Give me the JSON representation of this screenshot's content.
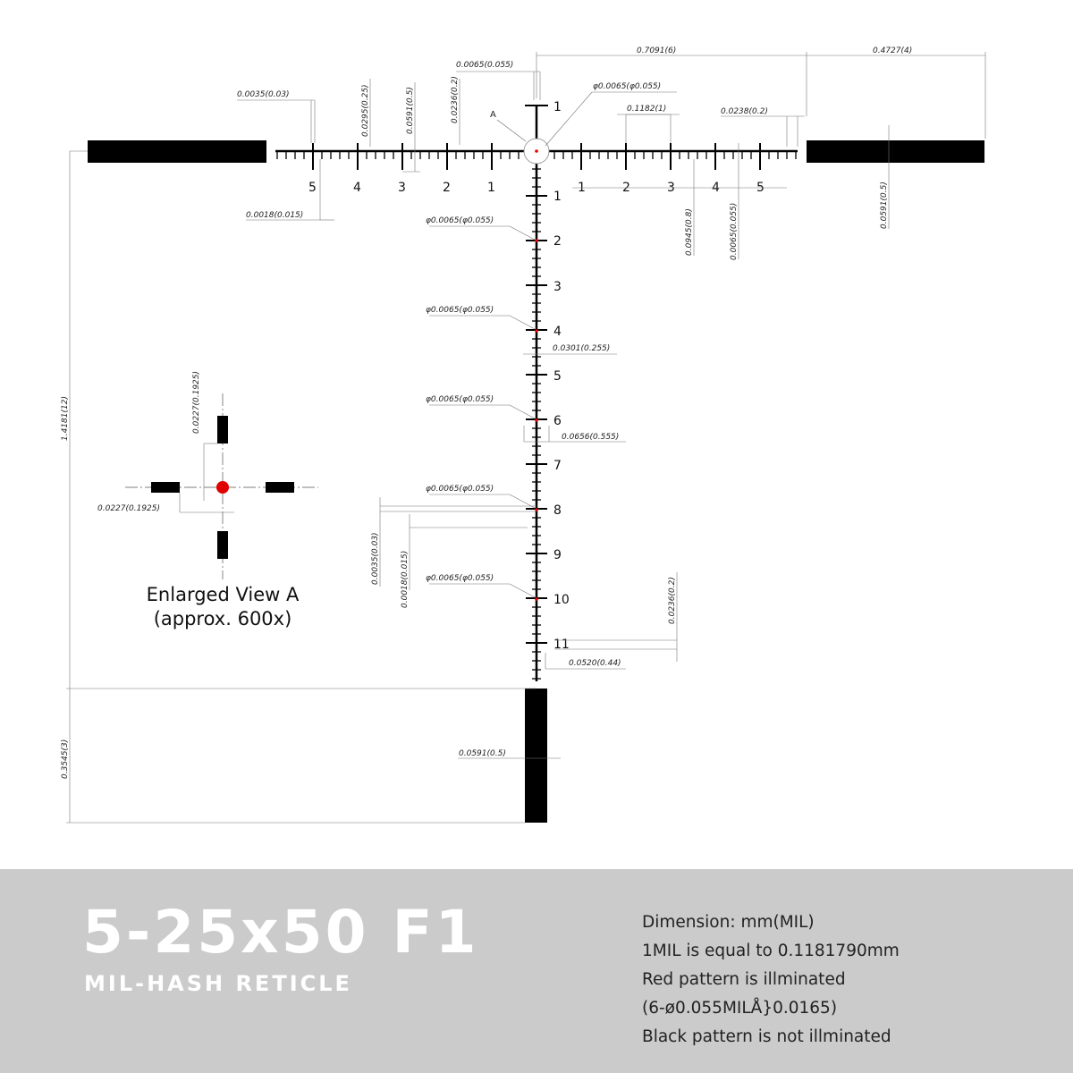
{
  "diagram": {
    "enlarged_title": "Enlarged View A",
    "enlarged_subtitle": "(approx. 600x)",
    "view_marker": "A",
    "horizontal_left_labels": [
      "5",
      "4",
      "3",
      "2",
      "1"
    ],
    "horizontal_right_labels": [
      "1",
      "2",
      "3",
      "4",
      "5"
    ],
    "vertical_labels": [
      "1",
      "1",
      "2",
      "3",
      "4",
      "5",
      "6",
      "7",
      "8",
      "9",
      "10",
      "11"
    ],
    "dims": {
      "d1": "0.0065(0.055)",
      "d2": "0.7091(6)",
      "d3": "0.4727(4)",
      "d4": "φ0.0065(φ0.055)",
      "d5": "0.0035(0.03)",
      "d6": "0.0295(0.25)",
      "d7": "0.0591(0.5)",
      "d8": "0.0236(0.2)",
      "d9": "0.1182(1)",
      "d10": "0.0238(0.2)",
      "d11": "0.0018(0.015)",
      "d12": "0.0945(0.8)",
      "d13": "0.0065(0.055)",
      "d14": "0.0591(0.5)",
      "d15": "φ0.0065(φ0.055)",
      "d16": "φ0.0065(φ0.055)",
      "d17": "0.0301(0.255)",
      "d18": "φ0.0065(φ0.055)",
      "d19": "0.0656(0.555)",
      "d20": "φ0.0065(φ0.055)",
      "d21": "0.0035(0.03)",
      "d22": "0.0018(0.015)",
      "d23": "φ0.0065(φ0.055)",
      "d24": "0.0236(0.2)",
      "d25": "0.0520(0.44)",
      "d26": "1.4181(12)",
      "d27": "0.0227(0.1925)",
      "d28": "0.0227(0.1925)",
      "d29": "0.3545(3)",
      "d30": "0.0591(0.5)"
    },
    "colors": {
      "illuminated": "#e00000",
      "reticle": "#000000"
    }
  },
  "footer": {
    "model": "5-25x50 F1",
    "subtitle": "MIL-HASH RETICLE",
    "notes": [
      "Dimension: mm(MIL)",
      "1MIL is equal to 0.1181790mm",
      "Red pattern is illminated",
      "(6-ø0.055MILÅ}0.0165)",
      "Black pattern is not illminated"
    ]
  }
}
